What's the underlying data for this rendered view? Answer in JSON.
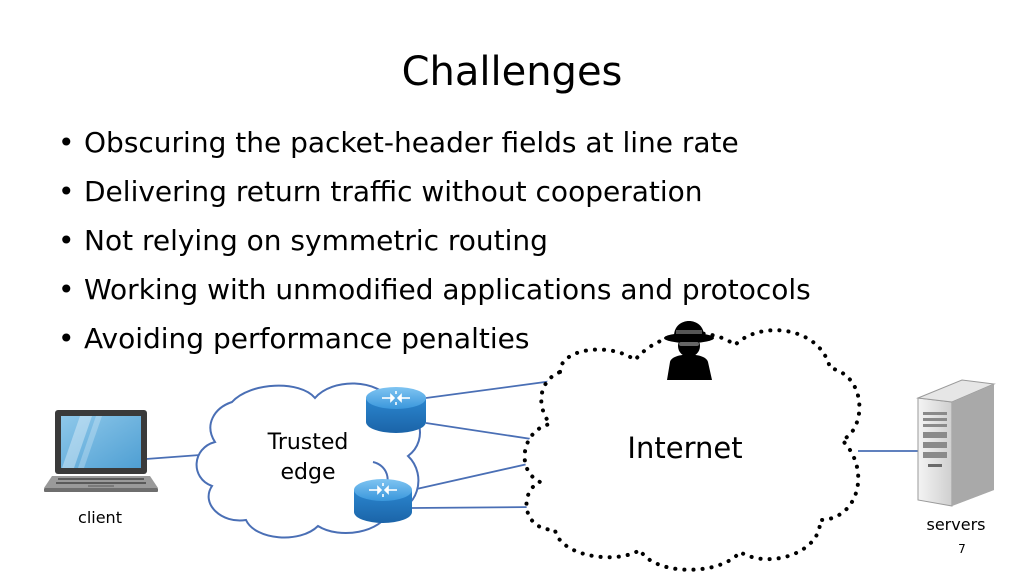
{
  "slide": {
    "title": "Challenges",
    "bullets": [
      "Obscuring the packet-header fields at line rate",
      "Delivering return traffic without cooperation",
      "Not relying on symmetric routing",
      "Working with unmodified applications and protocols",
      "Avoiding performance penalties"
    ],
    "page_number": "7"
  },
  "diagram": {
    "trusted_edge_label_line1": "Trusted",
    "trusted_edge_label_line2": "edge",
    "internet_label": "Internet",
    "client_label": "client",
    "servers_label": "servers"
  },
  "colors": {
    "router_blue": "#2f8fd6",
    "link_blue": "#4a6fb5",
    "cloud_stroke": "#000000"
  },
  "icons": [
    "laptop-icon",
    "router-icon",
    "router-icon",
    "attacker-icon",
    "server-icon"
  ]
}
